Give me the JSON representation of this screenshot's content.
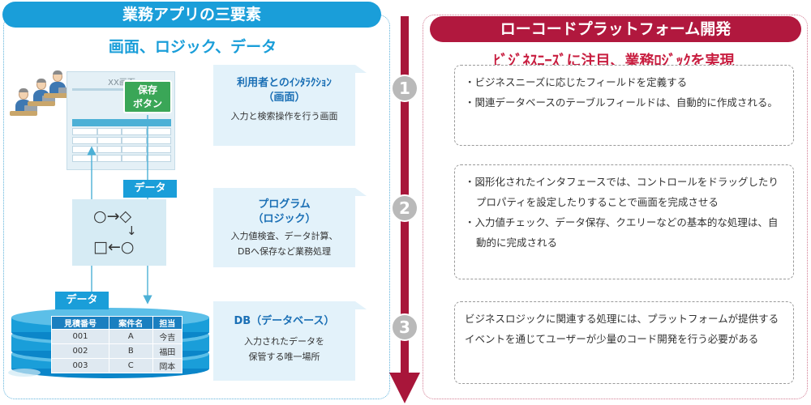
{
  "left": {
    "header": "業務アプリの三要素",
    "subtitle": "画面、ロジック、データ",
    "screen_title": "XX画面",
    "save_button": [
      "保存",
      "ボタン"
    ],
    "data_tag_upper": "データ",
    "data_tag_lower": "データ",
    "flow_symbols": {
      "row1": "○→◇",
      "arrow": "↓",
      "row2": "□←○"
    },
    "db_table": {
      "columns": [
        "見積番号",
        "案件名",
        "担当"
      ],
      "rows": [
        [
          "001",
          "A",
          "今吉"
        ],
        [
          "002",
          "B",
          "福田"
        ],
        [
          "003",
          "C",
          "岡本"
        ]
      ]
    },
    "cards": [
      {
        "title_line1": "利用者とのｲﾝﾀﾗｸｼｮﾝ",
        "title_line2": "（画面）",
        "desc_line1": "入力と検索操作を行う画面",
        "desc_line2": ""
      },
      {
        "title_line1": "プログラム",
        "title_line2": "（ロジック）",
        "desc_line1": "入力値検査、データ計算、",
        "desc_line2": "DBへ保存など業務処理"
      },
      {
        "title_line1": "DB（データベース）",
        "title_line2": "",
        "desc_line1": "入力されたデータを",
        "desc_line2": "保管する唯一場所"
      }
    ]
  },
  "steps": [
    "1",
    "2",
    "3"
  ],
  "right": {
    "header": "ローコードプラットフォーム開発",
    "subtitle": "ﾋﾞｼﾞﾈｽﾆｰｽﾞに注目、業務ﾛｼﾞｯｸを実現",
    "box1": [
      "ビジネスニーズに応じたフィールドを定義する",
      "関連データベースのテーブルフィールドは、自動的に作成される。"
    ],
    "box2": [
      "図形化されたインタフェースでは、コントロールをドラッグしたりプロパティを設定したりすることで画面を完成させる",
      "入力値チェック、データ保存、クエリーなどの基本的な処理は、自動的に完成される"
    ],
    "box3": "ビジネスロジックに関連する処理には、プラットフォームが提供するイベントを通じてユーザーが少量のコード開発を行う必要がある"
  },
  "colors": {
    "left_accent": "#1a9ed9",
    "right_accent": "#b1183e",
    "save_button": "#3aa657",
    "step_circle": "#b9b9b9"
  }
}
